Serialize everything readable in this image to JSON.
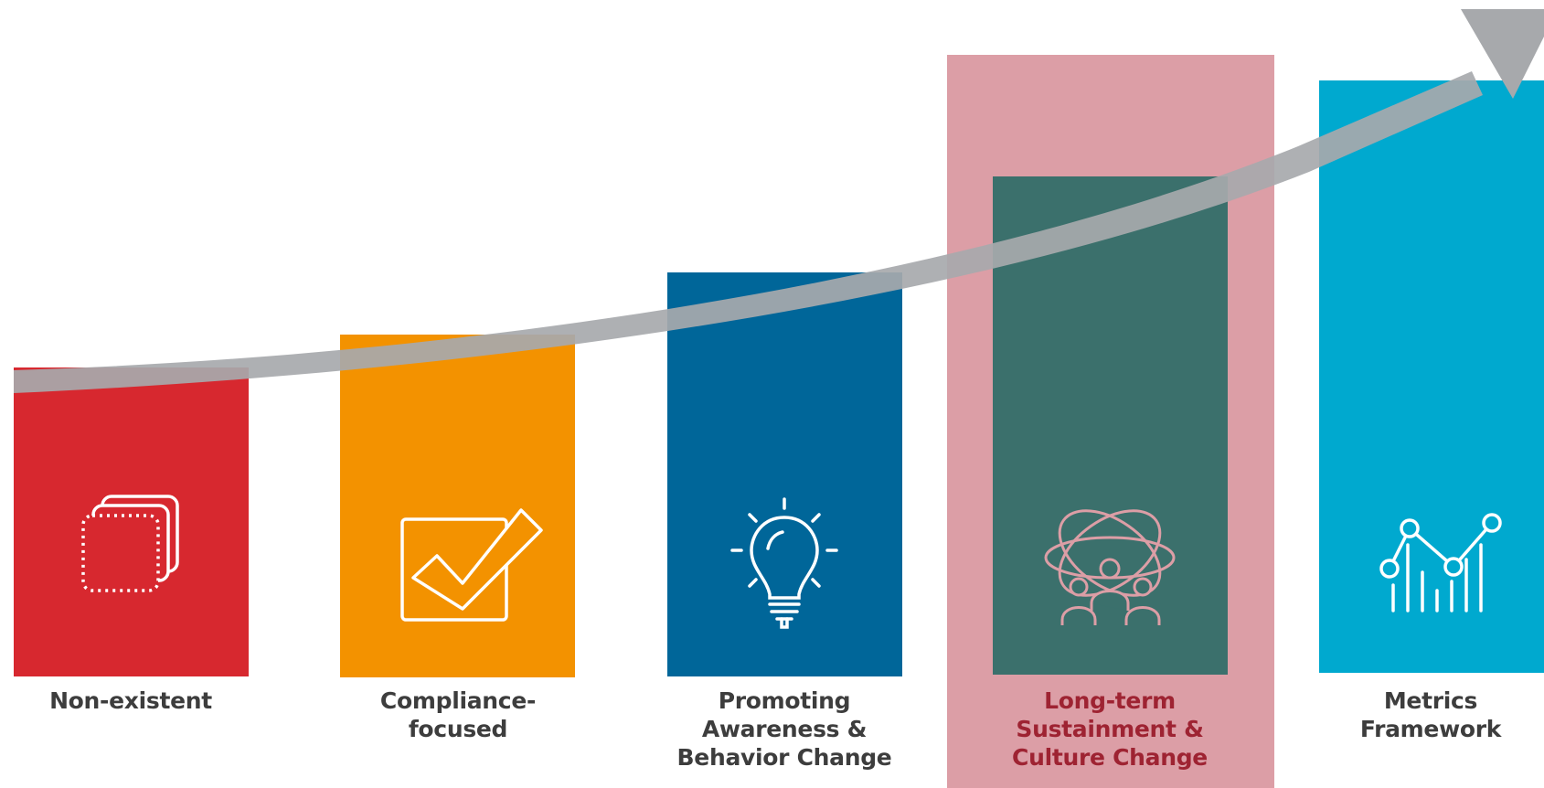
{
  "stages": [
    {
      "label_lines": [
        "Non-existent"
      ],
      "color": "#d7282f",
      "icon": "layers-dotted-icon"
    },
    {
      "label_lines": [
        "Compliance-",
        "focused"
      ],
      "color": "#f39200",
      "icon": "checkbox-check-icon"
    },
    {
      "label_lines": [
        "Promoting",
        "Awareness &",
        "Behavior Change"
      ],
      "color": "#006699",
      "icon": "lightbulb-icon"
    },
    {
      "label_lines": [
        "Long-term",
        "Sustainment &",
        "Culture Change"
      ],
      "color": "#3b706c",
      "icon": "people-orbit-icon",
      "highlighted": true
    },
    {
      "label_lines": [
        "Metrics",
        "Framework"
      ],
      "color": "#00a9cf",
      "icon": "line-chart-icon"
    }
  ],
  "colors": {
    "arrow": "#a7a9ac",
    "highlight_band": "#dc9ea6",
    "highlight_text": "#9e2332",
    "label_text": "#3d3d3d",
    "icon_stroke": "#ffffff",
    "highlight_icon_stroke": "#dc9ea6"
  }
}
